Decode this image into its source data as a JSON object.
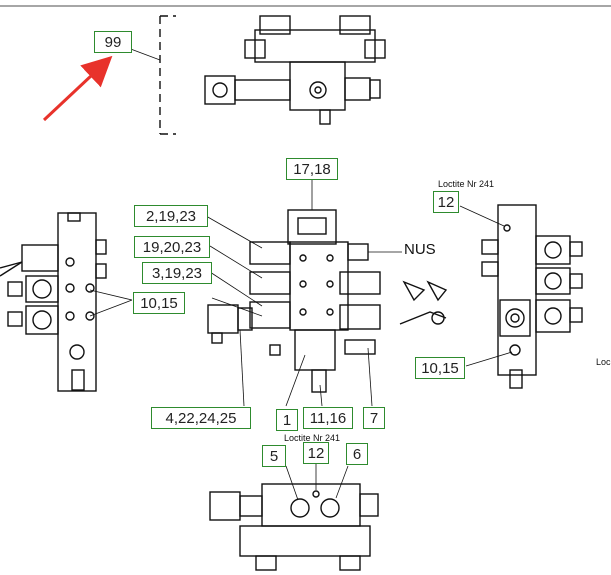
{
  "colors": {
    "label_border": "#2e8b2e",
    "arrow": "#e8322b",
    "line": "#111111"
  },
  "callouts": {
    "c99": "99",
    "c17_18": "17,18",
    "c2_19_23": "2,19,23",
    "c19_20_23": "19,20,23",
    "c3_19_23": "3,19,23",
    "c10_15_left": "10,15",
    "c12_right": "12",
    "c10_15_right": "10,15",
    "c4_22_24_25": "4,22,24,25",
    "c1": "1",
    "c11_16": "11,16",
    "c7": "7",
    "c5": "5",
    "c12_bottom": "12",
    "c6": "6"
  },
  "annotations": {
    "nus": "NUS",
    "loctite_right": "Loctite Nr 241",
    "loctite_bottom": "Loctite Nr 241",
    "cut_text": "Loc"
  },
  "icons": [
    "red-arrow-icon"
  ]
}
